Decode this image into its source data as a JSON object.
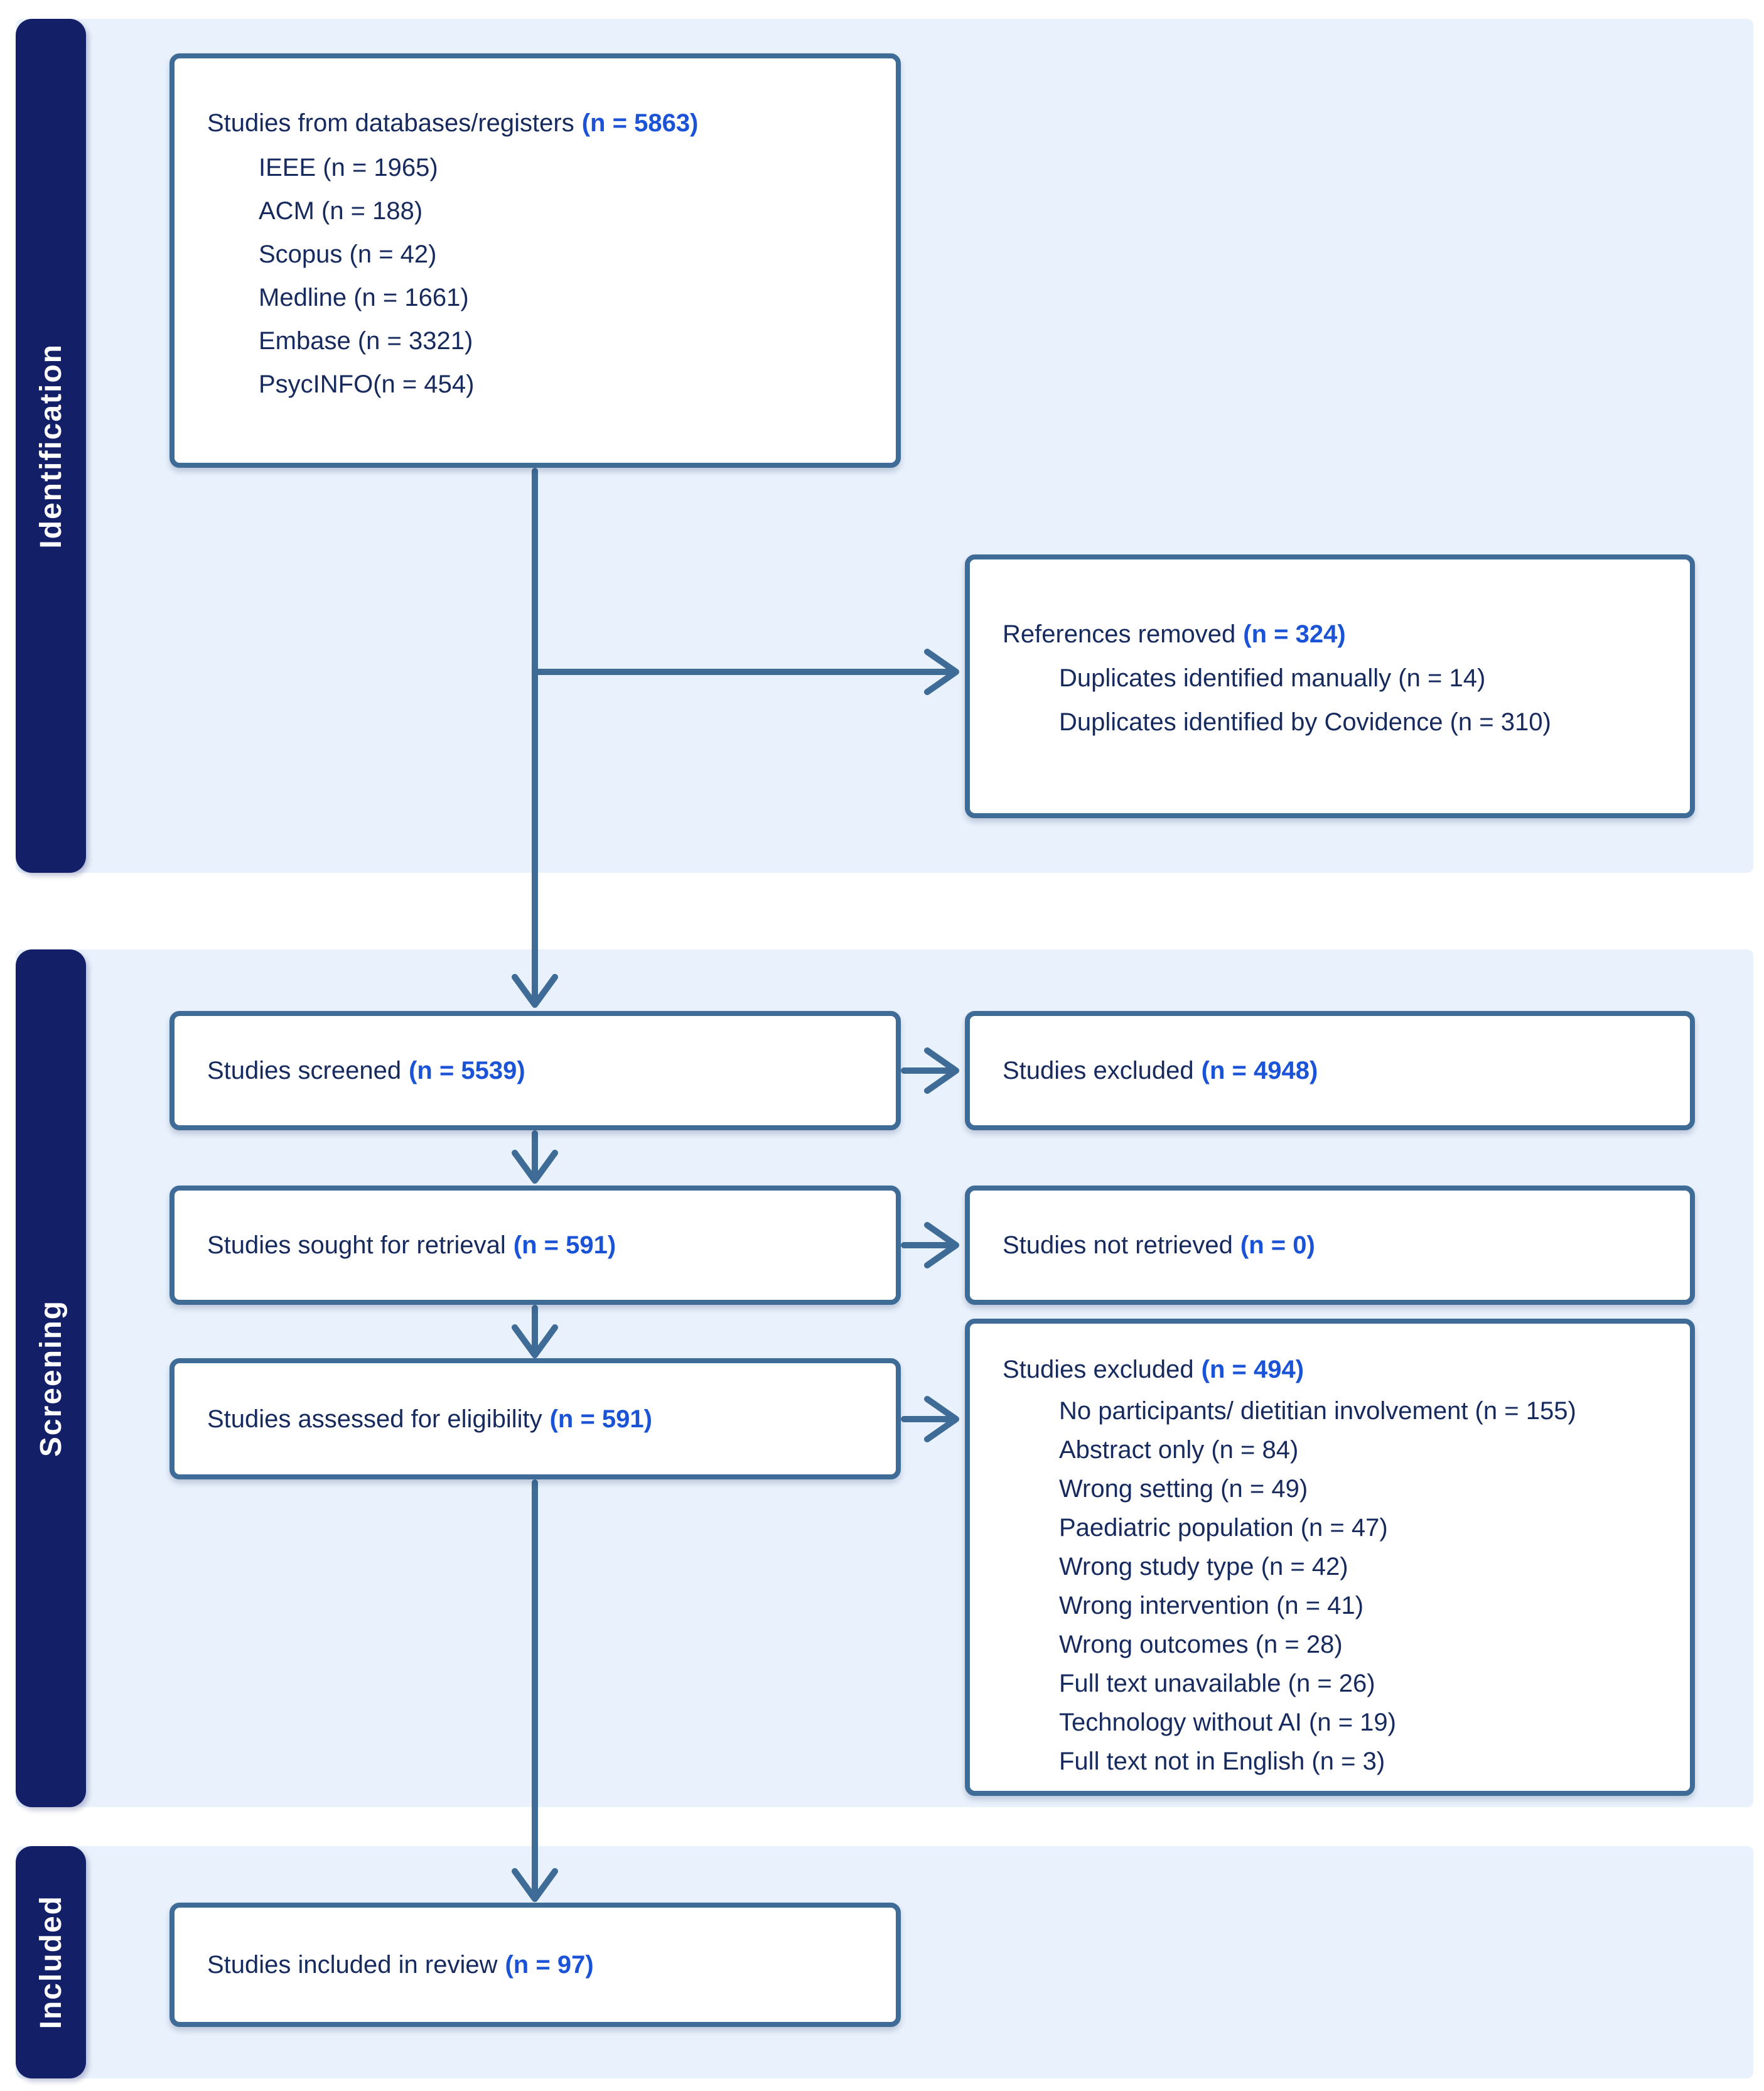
{
  "palette": {
    "band_bg": "#e9f1fc",
    "stage_label_bg": "#132067",
    "stage_label_text": "#ffffff",
    "box_border": "#3f6c97",
    "box_bg": "#ffffff",
    "text": "#172a5e",
    "count_blue": "#1b53d6",
    "arrow": "#3f6c97"
  },
  "stages": [
    {
      "label": "Identification"
    },
    {
      "label": "Screening"
    },
    {
      "label": "Included"
    }
  ],
  "boxes": {
    "databases": {
      "label": "Studies from databases/registers",
      "count": "(n = 5863)",
      "items": [
        "IEEE (n = 1965)",
        "ACM (n = 188)",
        "Scopus (n = 42)",
        "Medline (n = 1661)",
        "Embase (n = 3321)",
        "PsycINFO(n = 454)"
      ]
    },
    "references_removed": {
      "label": "References removed",
      "count": "(n = 324)",
      "items": [
        "Duplicates identified manually (n = 14)",
        "Duplicates identified by Covidence (n = 310)"
      ]
    },
    "screened": {
      "label": "Studies screened",
      "count": "(n = 5539)"
    },
    "excluded_screening": {
      "label": "Studies excluded",
      "count": "(n = 4948)"
    },
    "sought": {
      "label": "Studies sought for retrieval",
      "count": "(n = 591)"
    },
    "not_retrieved": {
      "label": "Studies not retrieved",
      "count": "(n = 0)"
    },
    "assessed": {
      "label": "Studies assessed for eligibility",
      "count": "(n = 591)"
    },
    "excluded_eligibility": {
      "label": "Studies excluded",
      "count": "(n = 494)",
      "items": [
        "No participants/ dietitian involvement  (n = 155)",
        "Abstract only (n = 84)",
        "Wrong setting (n = 49)",
        "Paediatric population (n = 47)",
        "Wrong study type (n = 42)",
        "Wrong intervention (n = 41)",
        "Wrong outcomes (n = 28)",
        "Full text unavailable (n = 26)",
        "Technology without AI (n = 19)",
        "Full text not in English (n = 3)"
      ]
    },
    "included": {
      "label": "Studies included in review",
      "count": "(n = 97)"
    }
  }
}
